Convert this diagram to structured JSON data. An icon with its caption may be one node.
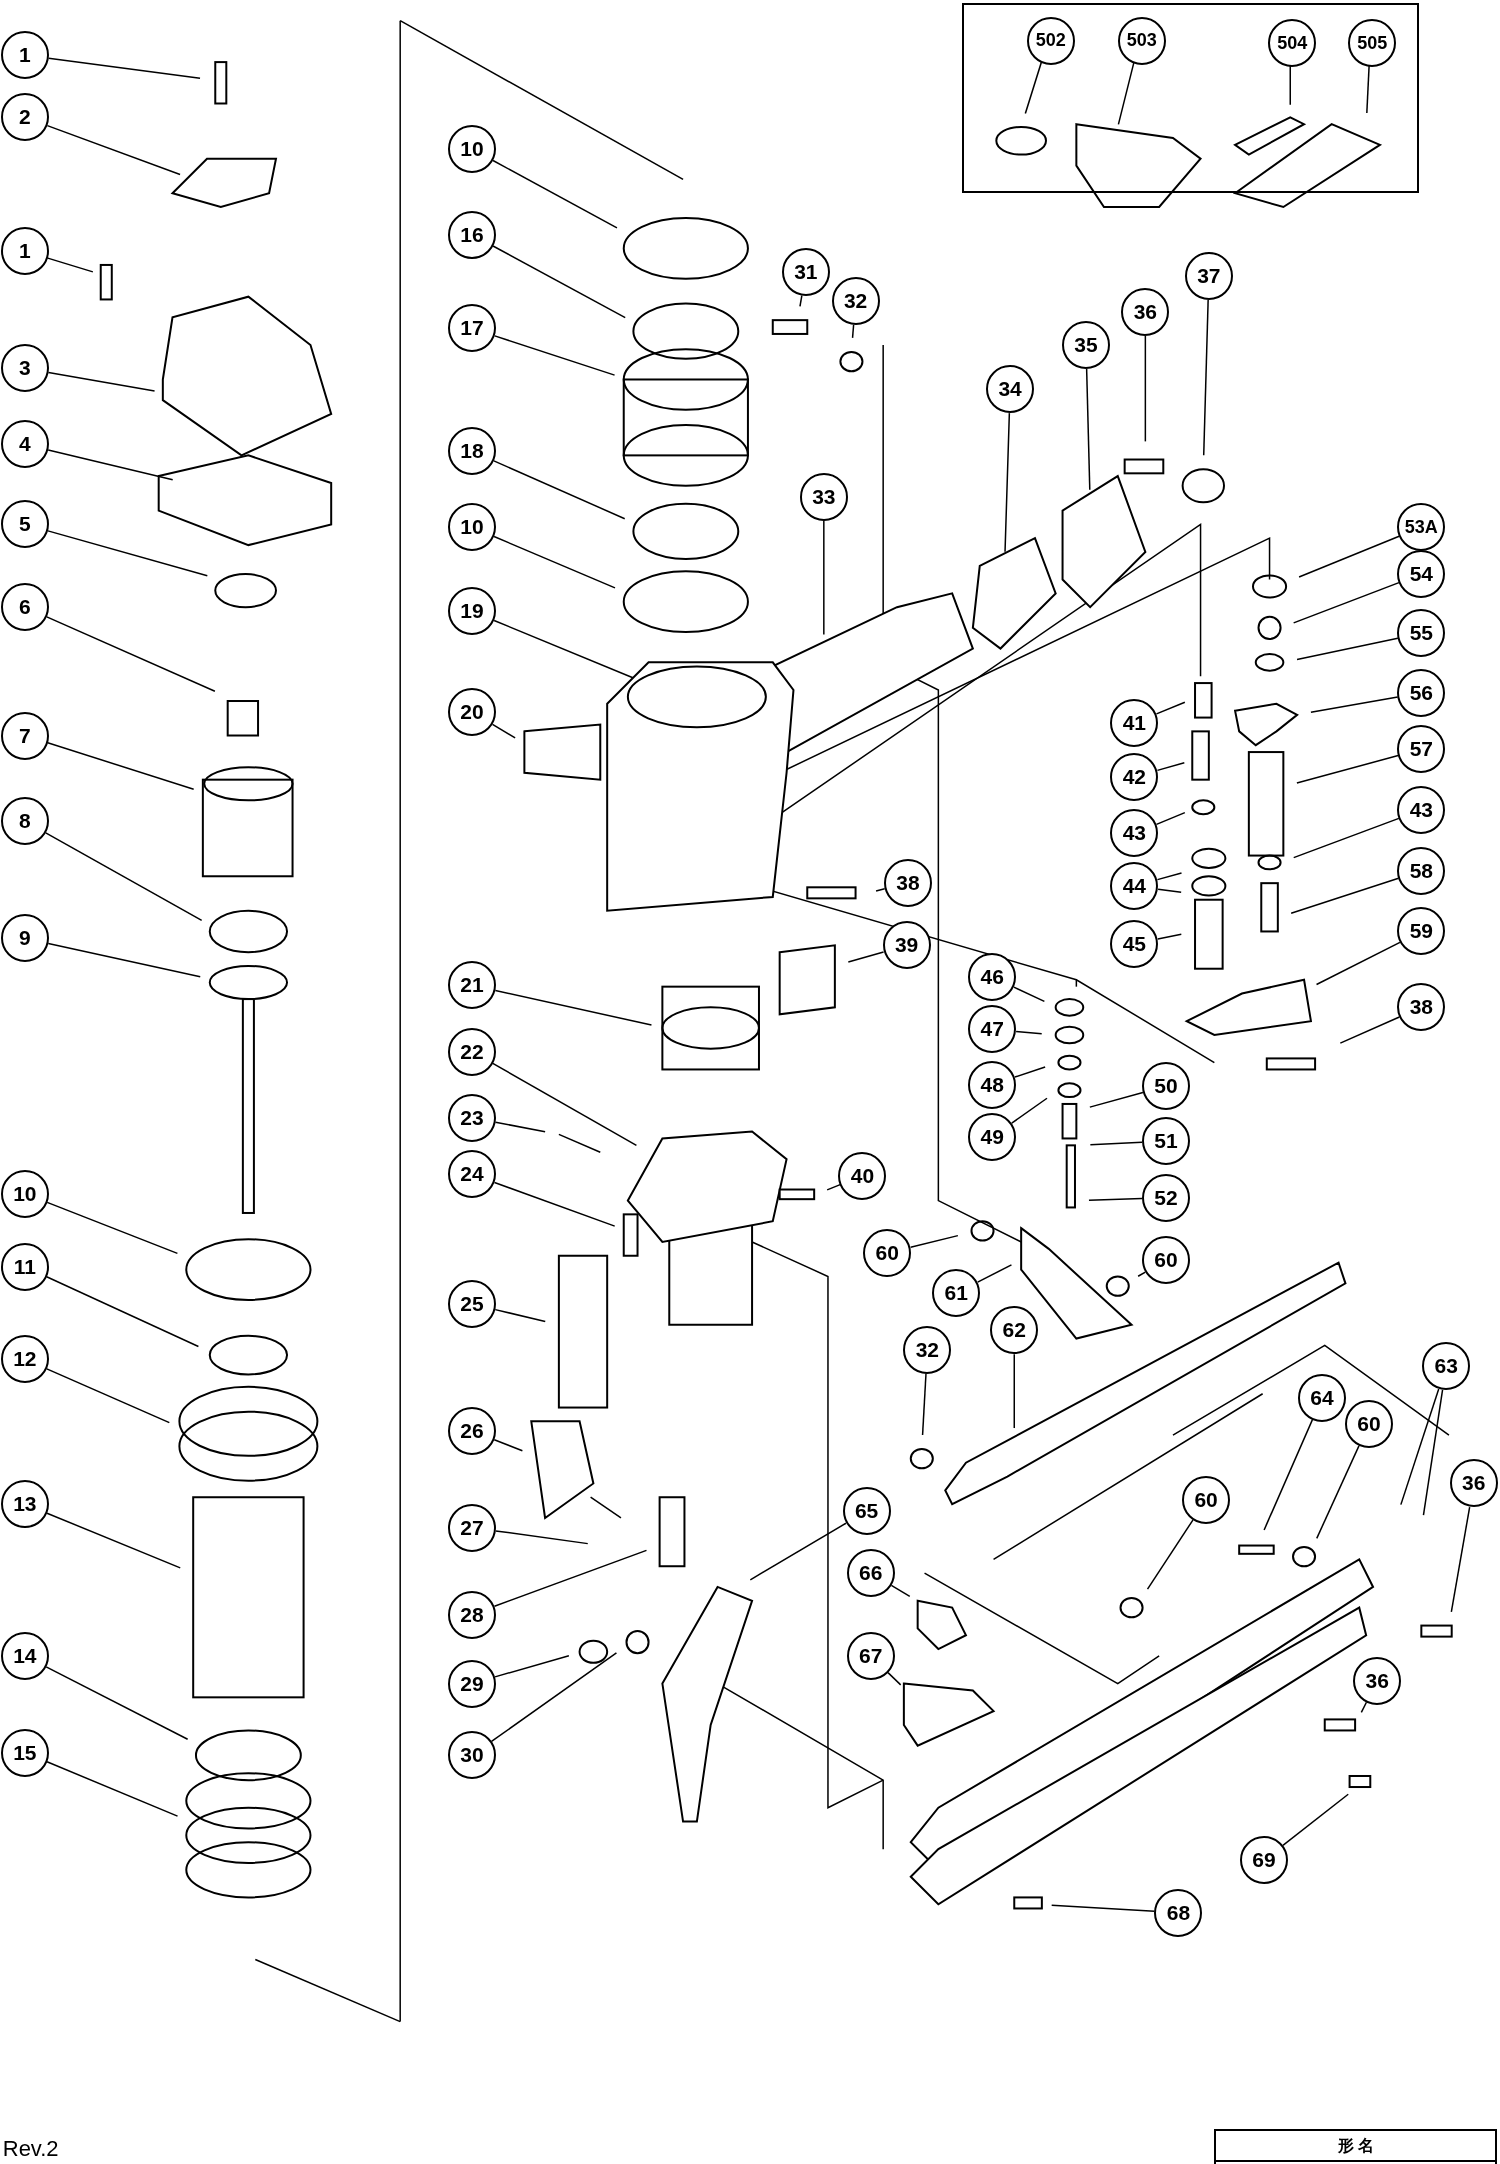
{
  "diagram": {
    "nodes": [
      {
        "text": [],
        "shape": "box"
      },
      {
        "text": [
          "502"
        ],
        "in": 0
      },
      {
        "text": [
          "503"
        ],
        "in": 0
      },
      {
        "text": [
          "504"
        ],
        "in": 0
      },
      {
        "text": [
          "505"
        ],
        "in": 0
      },
      {
        "text": [
          "1"
        ]
      },
      {
        "text": [
          "2"
        ]
      },
      {
        "text": [
          "1"
        ]
      },
      {
        "text": [
          "3"
        ]
      },
      {
        "text": [
          "4"
        ]
      },
      {
        "text": [
          "5"
        ]
      },
      {
        "text": [
          "6"
        ]
      },
      {
        "text": [
          "7"
        ]
      },
      {
        "text": [
          "8"
        ]
      },
      {
        "text": [
          "9"
        ]
      },
      {
        "text": [
          "10"
        ]
      },
      {
        "text": [
          "11"
        ]
      },
      {
        "text": [
          "12"
        ]
      },
      {
        "text": [
          "13"
        ]
      },
      {
        "text": [
          "14"
        ]
      },
      {
        "text": [
          "15"
        ]
      },
      {
        "text": [
          "10"
        ]
      },
      {
        "text": [
          "16"
        ]
      },
      {
        "text": [
          "17"
        ]
      },
      {
        "text": [
          "18"
        ]
      },
      {
        "text": [
          "10"
        ]
      },
      {
        "text": [
          "19"
        ]
      },
      {
        "text": [
          "20"
        ]
      },
      {
        "text": [
          "21"
        ]
      },
      {
        "text": [
          "22"
        ]
      },
      {
        "text": [
          "23"
        ]
      },
      {
        "text": [
          "24"
        ]
      },
      {
        "text": [
          "25"
        ]
      },
      {
        "text": [
          "26"
        ]
      },
      {
        "text": [
          "27"
        ]
      },
      {
        "text": [
          "28"
        ]
      },
      {
        "text": [
          "29"
        ]
      },
      {
        "text": [
          "30"
        ]
      },
      {
        "text": [
          "31"
        ]
      },
      {
        "text": [
          "32"
        ]
      },
      {
        "text": [
          "33"
        ]
      },
      {
        "text": [
          "34"
        ]
      },
      {
        "text": [
          "35"
        ]
      },
      {
        "text": [
          "36"
        ]
      },
      {
        "text": [
          "37"
        ]
      },
      {
        "text": [
          "38"
        ]
      },
      {
        "text": [
          "39"
        ]
      },
      {
        "text": [
          "40"
        ]
      },
      {
        "text": [
          "41"
        ]
      },
      {
        "text": [
          "42"
        ]
      },
      {
        "text": [
          "43"
        ]
      },
      {
        "text": [
          "44"
        ]
      },
      {
        "text": [
          "45"
        ]
      },
      {
        "text": [
          "46"
        ]
      },
      {
        "text": [
          "47"
        ]
      },
      {
        "text": [
          "48"
        ]
      },
      {
        "text": [
          "49"
        ]
      },
      {
        "text": [
          "50"
        ]
      },
      {
        "text": [
          "51"
        ]
      },
      {
        "text": [
          "52"
        ]
      },
      {
        "text": [
          "53A"
        ]
      },
      {
        "text": [
          "54"
        ]
      },
      {
        "text": [
          "55"
        ]
      },
      {
        "text": [
          "56"
        ]
      },
      {
        "text": [
          "57"
        ]
      },
      {
        "text": [
          "43"
        ]
      },
      {
        "text": [
          "58"
        ]
      },
      {
        "text": [
          "59"
        ]
      },
      {
        "text": [
          "38"
        ]
      },
      {
        "text": [
          "60"
        ]
      },
      {
        "text": [
          "61"
        ]
      },
      {
        "text": [
          "60"
        ]
      },
      {
        "text": [
          "62"
        ]
      },
      {
        "text": [
          "32"
        ]
      },
      {
        "text": [
          "63"
        ]
      },
      {
        "text": [
          "64"
        ]
      },
      {
        "text": [
          "60"
        ]
      },
      {
        "text": [
          "36"
        ]
      },
      {
        "text": [
          "60"
        ]
      },
      {
        "text": [
          "65"
        ]
      },
      {
        "text": [
          "66"
        ]
      },
      {
        "text": [
          "67"
        ]
      },
      {
        "text": [
          "36"
        ]
      },
      {
        "text": [
          "69"
        ]
      },
      {
        "text": [
          "68"
        ]
      }
    ],
    "edges": [
      {
        "from": 1,
        "to": null,
        "arrow": "none"
      },
      {
        "from": 2,
        "to": null,
        "arrow": "none"
      },
      {
        "from": 3,
        "to": null,
        "arrow": "none"
      },
      {
        "from": 4,
        "to": null,
        "arrow": "none"
      },
      {
        "from": 5,
        "to": null,
        "arrow": "none"
      },
      {
        "from": 6,
        "to": null,
        "arrow": "none"
      },
      {
        "from": 7,
        "to": null,
        "arrow": "none"
      },
      {
        "from": 8,
        "to": null,
        "arrow": "none"
      },
      {
        "from": 9,
        "to": null,
        "arrow": "none"
      },
      {
        "from": 10,
        "to": null,
        "arrow": "none"
      },
      {
        "from": 11,
        "to": null,
        "arrow": "none"
      },
      {
        "from": 12,
        "to": null,
        "arrow": "none"
      },
      {
        "from": 13,
        "to": null,
        "arrow": "none"
      },
      {
        "from": 14,
        "to": null,
        "arrow": "none"
      },
      {
        "from": 15,
        "to": null,
        "arrow": "none"
      },
      {
        "from": 16,
        "to": null,
        "arrow": "none"
      },
      {
        "from": 17,
        "to": null,
        "arrow": "none"
      },
      {
        "from": 18,
        "to": null,
        "arrow": "none"
      },
      {
        "from": 19,
        "to": null,
        "arrow": "none"
      },
      {
        "from": 20,
        "to": null,
        "arrow": "none"
      },
      {
        "from": 21,
        "to": null,
        "arrow": "none"
      },
      {
        "from": 22,
        "to": null,
        "arrow": "none"
      },
      {
        "from": 23,
        "to": null,
        "arrow": "none"
      },
      {
        "from": 24,
        "to": null,
        "arrow": "none"
      },
      {
        "from": 25,
        "to": null,
        "arrow": "none"
      },
      {
        "from": 26,
        "to": null,
        "arrow": "none"
      },
      {
        "from": 27,
        "to": null,
        "arrow": "none"
      },
      {
        "from": 28,
        "to": null,
        "arrow": "none"
      },
      {
        "from": 29,
        "to": null,
        "arrow": "none"
      },
      {
        "from": 30,
        "to": null,
        "arrow": "none"
      },
      {
        "from": 31,
        "to": null,
        "arrow": "none"
      },
      {
        "from": 32,
        "to": null,
        "arrow": "none"
      },
      {
        "from": 33,
        "to": null,
        "arrow": "none"
      },
      {
        "from": 34,
        "to": null,
        "arrow": "none"
      },
      {
        "from": 35,
        "to": null,
        "arrow": "none"
      },
      {
        "from": 36,
        "to": null,
        "arrow": "none"
      },
      {
        "from": 37,
        "to": null,
        "arrow": "none"
      },
      {
        "from": 38,
        "to": null,
        "arrow": "none"
      },
      {
        "from": 39,
        "to": null,
        "arrow": "none"
      },
      {
        "from": 40,
        "to": null,
        "arrow": "none"
      },
      {
        "from": 41,
        "to": null,
        "arrow": "none"
      },
      {
        "from": 42,
        "to": null,
        "arrow": "none"
      },
      {
        "from": 43,
        "to": null,
        "arrow": "none"
      },
      {
        "from": 44,
        "to": null,
        "arrow": "none"
      },
      {
        "from": 45,
        "to": null,
        "arrow": "none"
      },
      {
        "from": 46,
        "to": null,
        "arrow": "none"
      },
      {
        "from": 47,
        "to": null,
        "arrow": "none"
      },
      {
        "from": 48,
        "to": null,
        "arrow": "none"
      },
      {
        "from": 49,
        "to": null,
        "arrow": "none"
      },
      {
        "from": 50,
        "to": null,
        "arrow": "none"
      },
      {
        "from": 51,
        "to": null,
        "arrow": "none"
      },
      {
        "from": 51,
        "to": null,
        "arrow": "none"
      },
      {
        "from": 52,
        "to": null,
        "arrow": "none"
      },
      {
        "from": 53,
        "to": null,
        "arrow": "none"
      },
      {
        "from": 54,
        "to": null,
        "arrow": "none"
      },
      {
        "from": 55,
        "to": null,
        "arrow": "none"
      },
      {
        "from": 56,
        "to": null,
        "arrow": "none"
      },
      {
        "from": 57,
        "to": null,
        "arrow": "none"
      },
      {
        "from": 58,
        "to": null,
        "arrow": "none"
      },
      {
        "from": 59,
        "to": null,
        "arrow": "none"
      },
      {
        "from": 60,
        "to": null,
        "arrow": "none"
      },
      {
        "from": 61,
        "to": null,
        "arrow": "none"
      },
      {
        "from": 62,
        "to": null,
        "arrow": "none"
      },
      {
        "from": 63,
        "to": null,
        "arrow": "none"
      },
      {
        "from": 64,
        "to": null,
        "arrow": "none"
      },
      {
        "from": 65,
        "to": null,
        "arrow": "none"
      },
      {
        "from": 66,
        "to": null,
        "arrow": "none"
      },
      {
        "from": 67,
        "to": null,
        "arrow": "none"
      },
      {
        "from": 68,
        "to": null,
        "arrow": "none"
      },
      {
        "from": 69,
        "to": null,
        "arrow": "none"
      },
      {
        "from": 70,
        "to": null,
        "arrow": "none"
      },
      {
        "from": 71,
        "to": null,
        "arrow": "none"
      },
      {
        "from": 72,
        "to": null,
        "arrow": "none"
      },
      {
        "from": 73,
        "to": null,
        "arrow": "none"
      },
      {
        "from": 74,
        "to": null,
        "arrow": "none"
      },
      {
        "from": 74,
        "to": null,
        "arrow": "none"
      },
      {
        "from": 75,
        "to": null,
        "arrow": "none"
      },
      {
        "from": 76,
        "to": null,
        "arrow": "none"
      },
      {
        "from": 77,
        "to": null,
        "arrow": "none"
      },
      {
        "from": 78,
        "to": null,
        "arrow": "none"
      },
      {
        "from": 79,
        "to": null,
        "arrow": "none"
      },
      {
        "from": 80,
        "to": null,
        "arrow": "none"
      },
      {
        "from": 81,
        "to": null,
        "arrow": "none"
      },
      {
        "from": 82,
        "to": null,
        "arrow": "none"
      },
      {
        "from": 83,
        "to": null,
        "arrow": "none"
      },
      {
        "from": 84,
        "to": null,
        "arrow": "none"
      }
    ],
    "labels": [
      "形 名",
      "Rev.2"
    ]
  }
}
